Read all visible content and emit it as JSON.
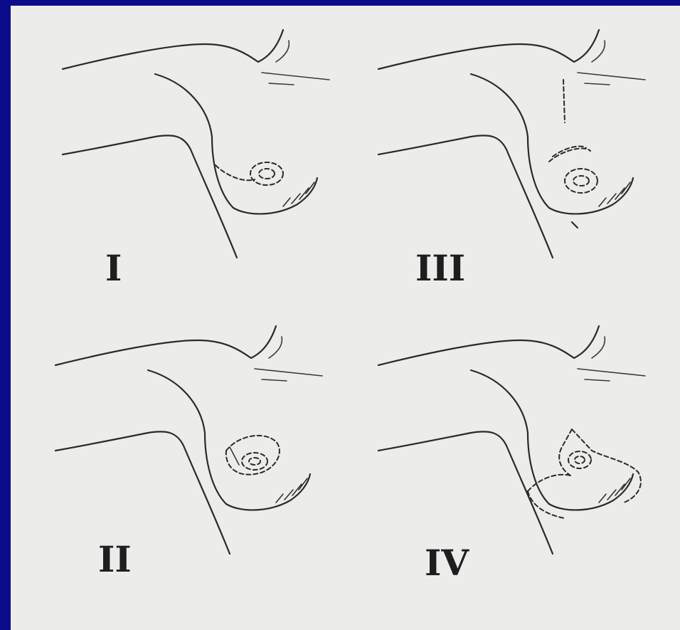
{
  "panels": [
    {
      "label": "I"
    },
    {
      "label": "III"
    },
    {
      "label": "II"
    },
    {
      "label": "IV"
    }
  ],
  "colors": {
    "slide_background": "#0c0c8a",
    "paper": "#ececea",
    "ink": "#2a2a2a"
  }
}
